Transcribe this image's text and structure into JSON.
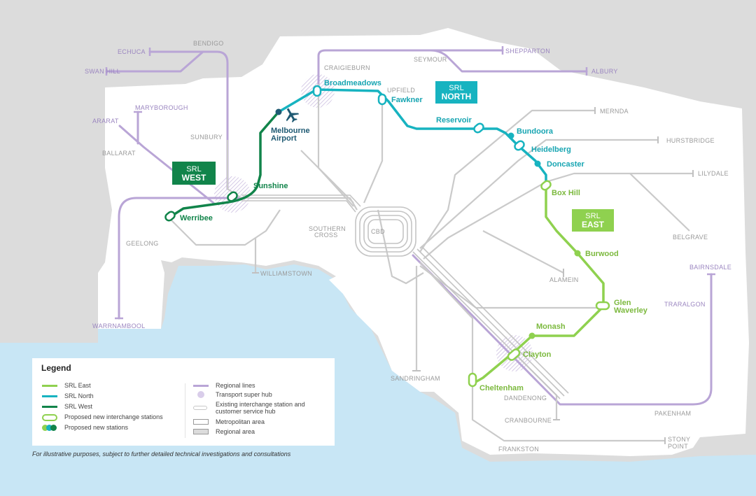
{
  "colors": {
    "srl_east": "#8fd14f",
    "srl_north": "#17b3c0",
    "srl_west": "#11844a",
    "regional": "#b9a5d6",
    "metro": "#c8c8c8",
    "water": "#c8e6f5",
    "land": "#ffffff",
    "background": "#dcdcdc"
  },
  "badges": {
    "west": {
      "line1": "SRL",
      "line2": "WEST"
    },
    "north": {
      "line1": "SRL",
      "line2": "NORTH"
    },
    "east": {
      "line1": "SRL",
      "line2": "EAST"
    }
  },
  "stations": {
    "broadmeadows": "Broadmeadows",
    "fawkner": "Fawkner",
    "reservoir": "Reservoir",
    "bundoora": "Bundoora",
    "heidelberg": "Heidelberg",
    "doncaster": "Doncaster",
    "box_hill": "Box Hill",
    "burwood": "Burwood",
    "glen_waverley_1": "Glen",
    "glen_waverley_2": "Waverley",
    "monash": "Monash",
    "clayton": "Clayton",
    "cheltenham": "Cheltenham",
    "melbourne_airport_1": "Melbourne",
    "melbourne_airport_2": "Airport",
    "sunshine": "Sunshine",
    "werribee": "Werribee"
  },
  "places": {
    "bendigo": "BENDIGO",
    "echuca": "ECHUCA",
    "swan_hill": "SWAN HILL",
    "maryborough": "MARYBOROUGH",
    "ararat": "ARARAT",
    "ballarat": "BALLARAT",
    "sunbury": "SUNBURY",
    "geelong": "GEELONG",
    "warrnambool": "WARRNAMBOOL",
    "craigieburn": "CRAIGIEBURN",
    "seymour": "SEYMOUR",
    "shepparton": "SHEPPARTON",
    "albury": "ALBURY",
    "upfield": "UPFIELD",
    "mernda": "MERNDA",
    "hurstbridge": "HURSTBRIDGE",
    "lilydale": "LILYDALE",
    "belgrave": "BELGRAVE",
    "alamein": "ALAMEIN",
    "bairnsdale": "BAIRNSDALE",
    "traralgon": "TRARALGON",
    "pakenham": "PAKENHAM",
    "dandenong": "DANDENONG",
    "cranbourne": "CRANBOURNE",
    "frankston": "FRANKSTON",
    "stony_point_1": "STONY",
    "stony_point_2": "POINT",
    "sandringham": "SANDRINGHAM",
    "williamstown": "WILLIAMSTOWN",
    "southern_cross_1": "SOUTHERN",
    "southern_cross_2": "CROSS",
    "cbd": "CBD"
  },
  "legend": {
    "title": "Legend",
    "items": [
      {
        "key": "srl_east",
        "label": "SRL East"
      },
      {
        "key": "srl_north",
        "label": "SRL North"
      },
      {
        "key": "srl_west",
        "label": "SRL West"
      },
      {
        "key": "interchange",
        "label": "Proposed new interchange stations"
      },
      {
        "key": "new_stations",
        "label": "Proposed new stations"
      },
      {
        "key": "regional_lines",
        "label": "Regional lines"
      },
      {
        "key": "super_hub",
        "label": "Transport super hub"
      },
      {
        "key": "existing_interchange",
        "label": "Existing interchange station and customer service hub"
      },
      {
        "key": "metro_area",
        "label": "Metropolitan area"
      },
      {
        "key": "regional_area",
        "label": "Regional area"
      }
    ]
  },
  "footnote": "For illustrative purposes, subject to further detailed technical investigations and consultations",
  "icons": {
    "airport": "airplane-icon"
  }
}
